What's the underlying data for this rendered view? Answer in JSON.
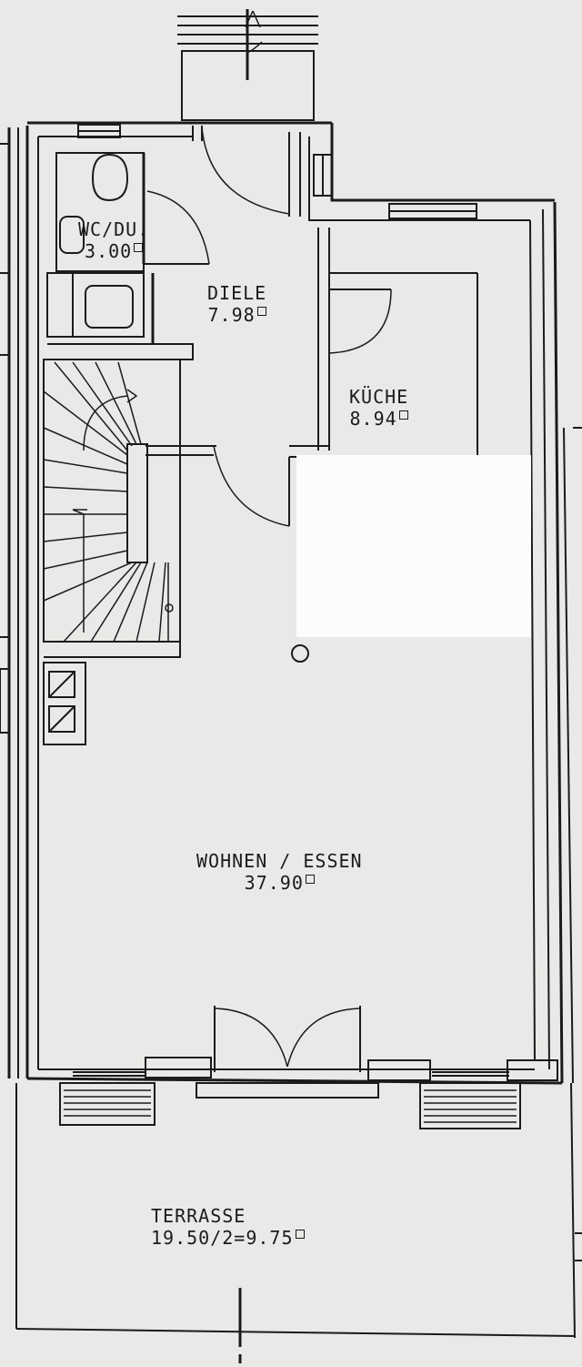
{
  "rooms": {
    "wc": {
      "name": "WC/DU.",
      "area": "3.00"
    },
    "diele": {
      "name": "DIELE",
      "area": "7.98"
    },
    "kueche": {
      "name": "KÜCHE",
      "area": "8.94"
    },
    "wohnen": {
      "name": "WOHNEN / ESSEN",
      "area": "37.90"
    },
    "terrasse": {
      "name": "TERRASSE",
      "area": "19.50/2=9.75"
    }
  },
  "colors": {
    "ink": "#1b1b1b",
    "paper": "#e9e9e7"
  }
}
